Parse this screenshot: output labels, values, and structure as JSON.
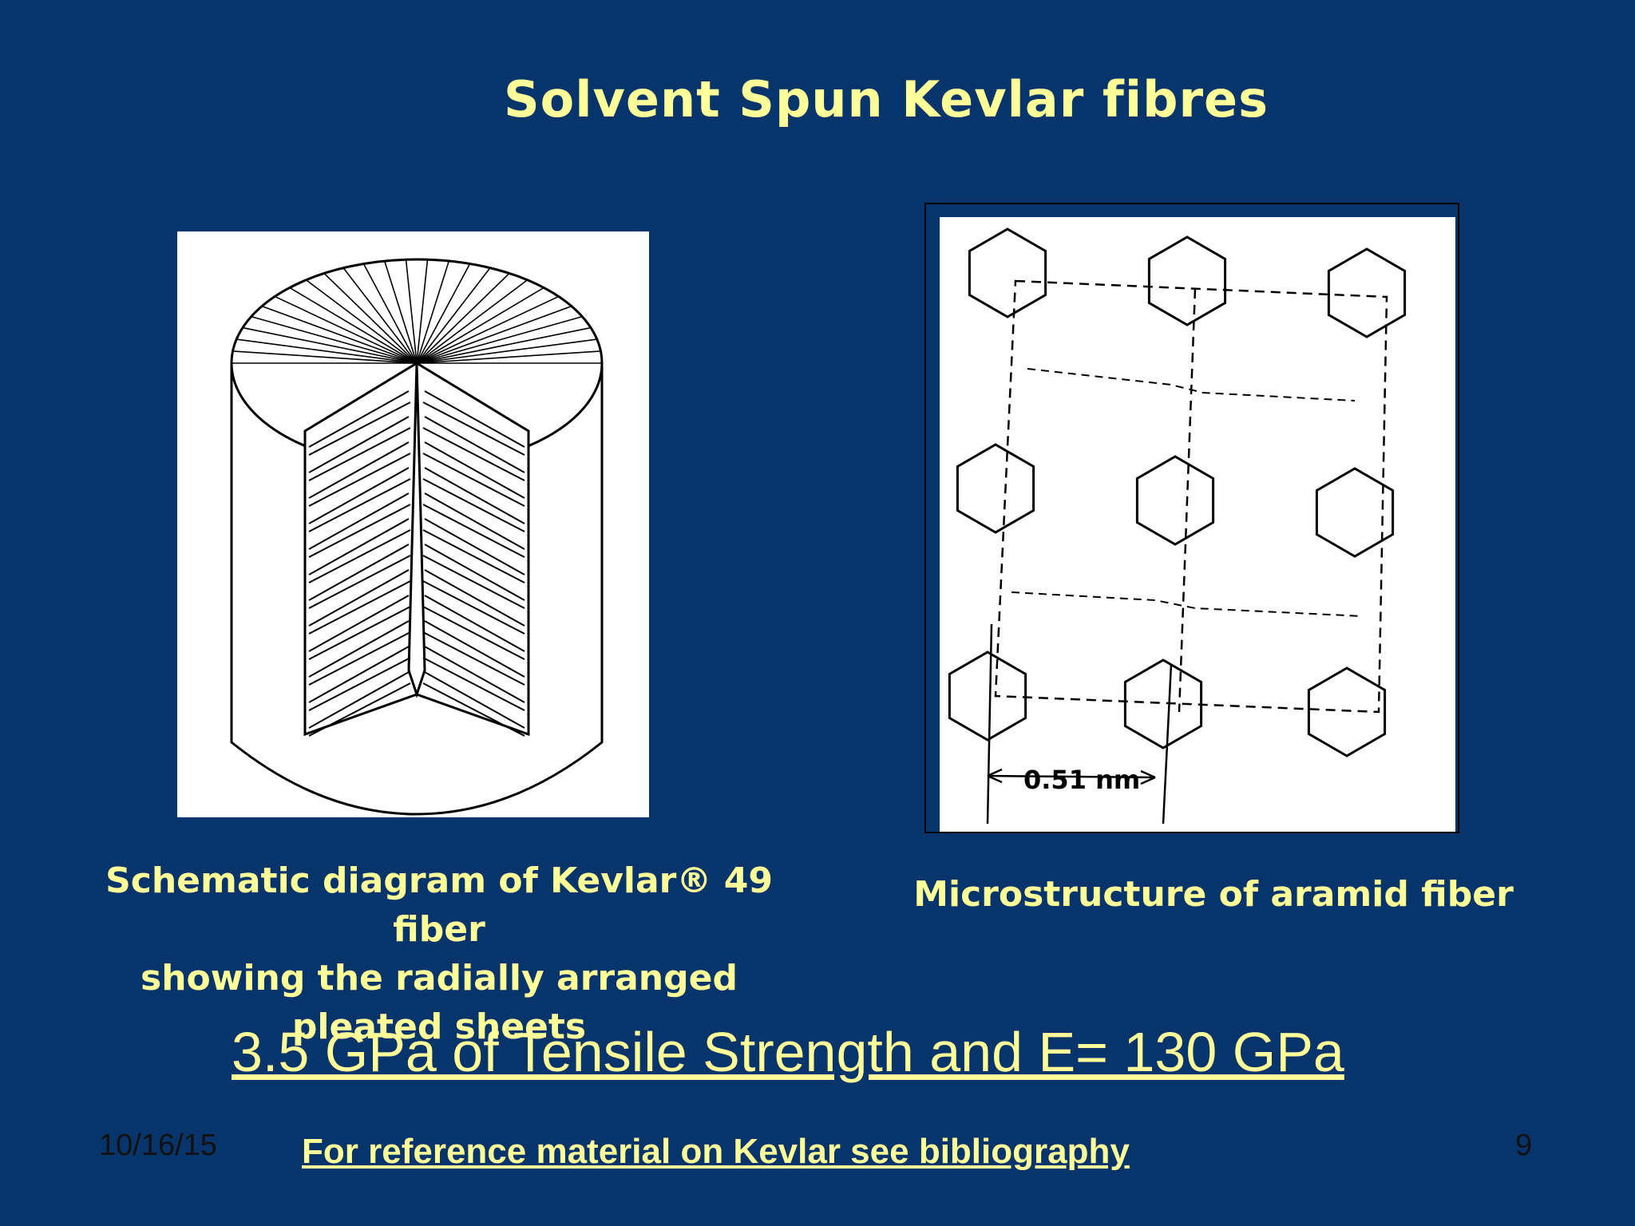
{
  "slide": {
    "title": "Solvent Spun Kevlar fibres",
    "left_caption_lines": [
      "Schematic diagram of Kevlar® 49",
      "fiber",
      "showing the radially arranged",
      "pleated sheets"
    ],
    "right_caption": "Microstructure of aramid fiber",
    "diagram_label": "0.51 nm",
    "headline": "3.5 GPa of Tensile Strength and E= 130 GPa",
    "footer_link": "For reference material on Kevlar see bibliography",
    "date": "10/16/15",
    "page_number": "9"
  },
  "colors": {
    "background": "#07346a",
    "text_accent": "#ffff99"
  }
}
